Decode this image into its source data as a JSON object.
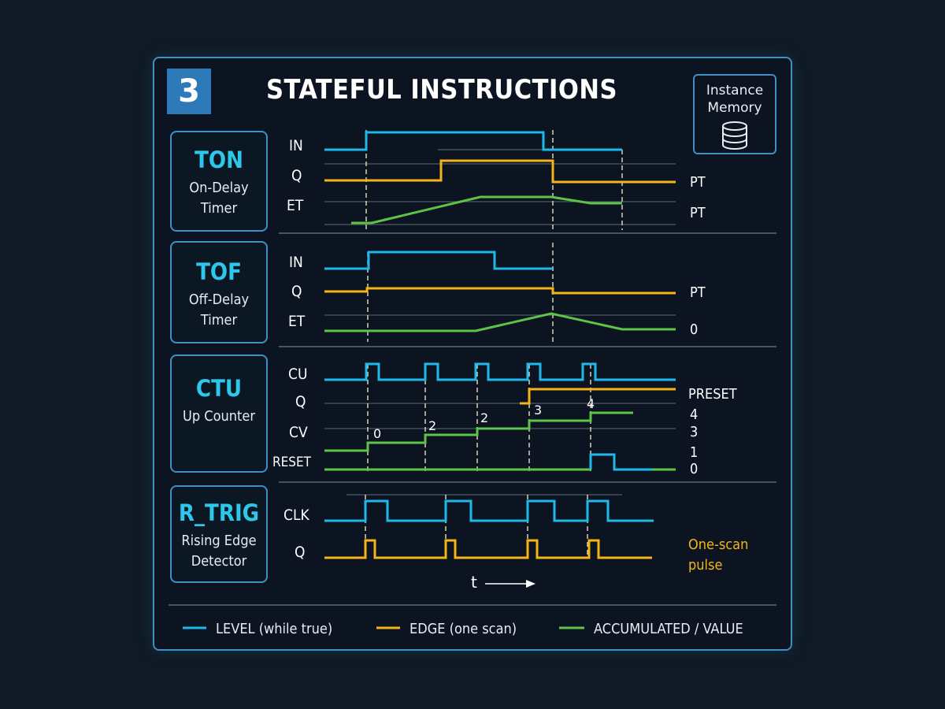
{
  "header": {
    "badge": "3",
    "title": "STATEFUL INSTRUCTIONS",
    "memory_label": "Instance\nMemory",
    "memory_icon": "database-icon"
  },
  "blocks": [
    {
      "name": "TON",
      "description": "On-Delay\nTimer",
      "signals": [
        "IN",
        "Q",
        "ET"
      ],
      "right_labels": [
        "PT",
        "PT"
      ]
    },
    {
      "name": "TOF",
      "description": "Off-Delay\nTimer",
      "signals": [
        "IN",
        "Q",
        "ET"
      ],
      "right_labels": [
        "PT",
        "0"
      ]
    },
    {
      "name": "CTU",
      "description": "Up Counter",
      "signals": [
        "CU",
        "Q",
        "CV",
        "RESET"
      ],
      "right_labels": [
        "PRESET",
        "4",
        "3",
        "1",
        "0"
      ],
      "cv_values": [
        "0",
        "2",
        "2",
        "3",
        "4"
      ]
    },
    {
      "name": "R_TRIG",
      "description": "Rising Edge\nDetector",
      "signals": [
        "CLK",
        "Q"
      ],
      "right_labels": [
        "One-scan\npulse"
      ]
    }
  ],
  "time_label": "t",
  "legend": [
    {
      "label": "LEVEL (while true)",
      "color": "#1fb8e8"
    },
    {
      "label": "EDGE (one scan)",
      "color": "#f5b41b"
    },
    {
      "label": "ACCUMULATED / VALUE",
      "color": "#5ec447"
    }
  ],
  "colors": {
    "level": "#1fb8e8",
    "edge": "#f5b41b",
    "value": "#5ec447",
    "accent": "#3d8fc4"
  }
}
